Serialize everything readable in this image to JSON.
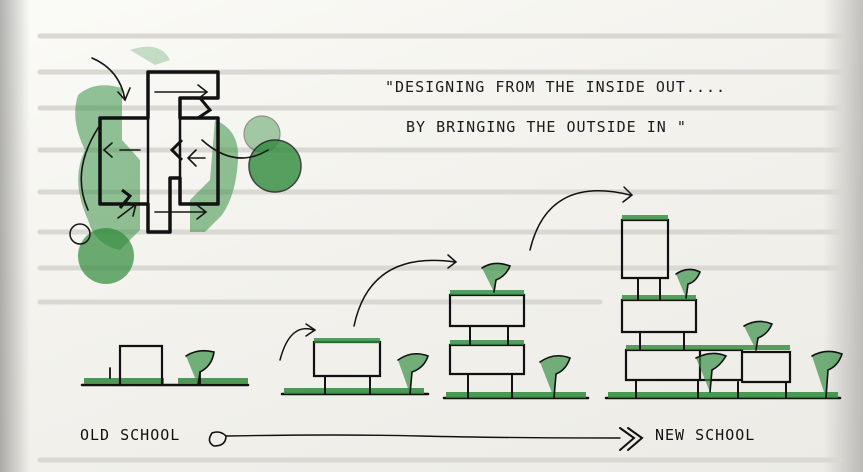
{
  "quote": {
    "line1": "\"DESIGNING FROM THE INSIDE OUT....",
    "line2": "BY BRINGING THE OUTSIDE IN \""
  },
  "labels": {
    "old": "OLD SCHOOL",
    "new": "NEW SCHOOL"
  },
  "colors": {
    "ink": "#161616",
    "green": "#2f8a3c",
    "paper": "#f7f6f1"
  }
}
